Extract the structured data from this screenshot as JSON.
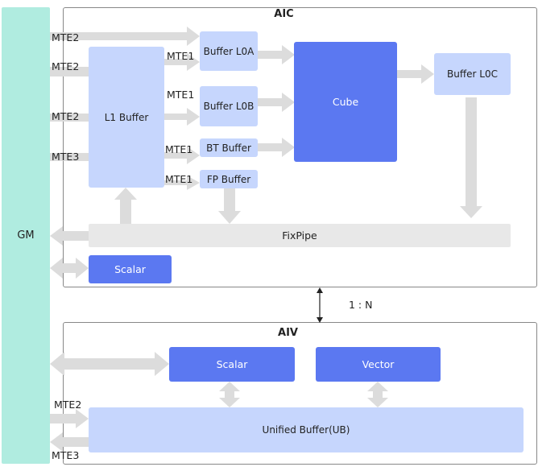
{
  "gm": "GM",
  "aic": {
    "title": "AIC",
    "l1_buffer": "L1 Buffer",
    "buffer_l0a": "Buffer L0A",
    "buffer_l0b": "Buffer L0B",
    "bt_buffer": "BT Buffer",
    "fp_buffer": "FP Buffer",
    "cube": "Cube",
    "buffer_l0c": "Buffer L0C",
    "fixpipe": "FixPipe",
    "scalar": "Scalar",
    "labels": {
      "mte2_top": "MTE2",
      "mte2_a": "MTE2",
      "mte2_b": "MTE2",
      "mte3": "MTE3",
      "mte1_l0a": "MTE1",
      "mte1_l0b": "MTE1",
      "mte1_bt": "MTE1",
      "mte1_fp": "MTE1"
    }
  },
  "ratio": "1 : N",
  "aiv": {
    "title": "AIV",
    "scalar": "Scalar",
    "vector": "Vector",
    "ub": "Unified Buffer(UB)",
    "labels": {
      "mte2": "MTE2",
      "mte3": "MTE3"
    }
  },
  "colors": {
    "gm": "#b0ece0",
    "light_block": "#c6d6fd",
    "dark_block": "#5b78f1",
    "arrow_gray": "#dcdcdc"
  }
}
